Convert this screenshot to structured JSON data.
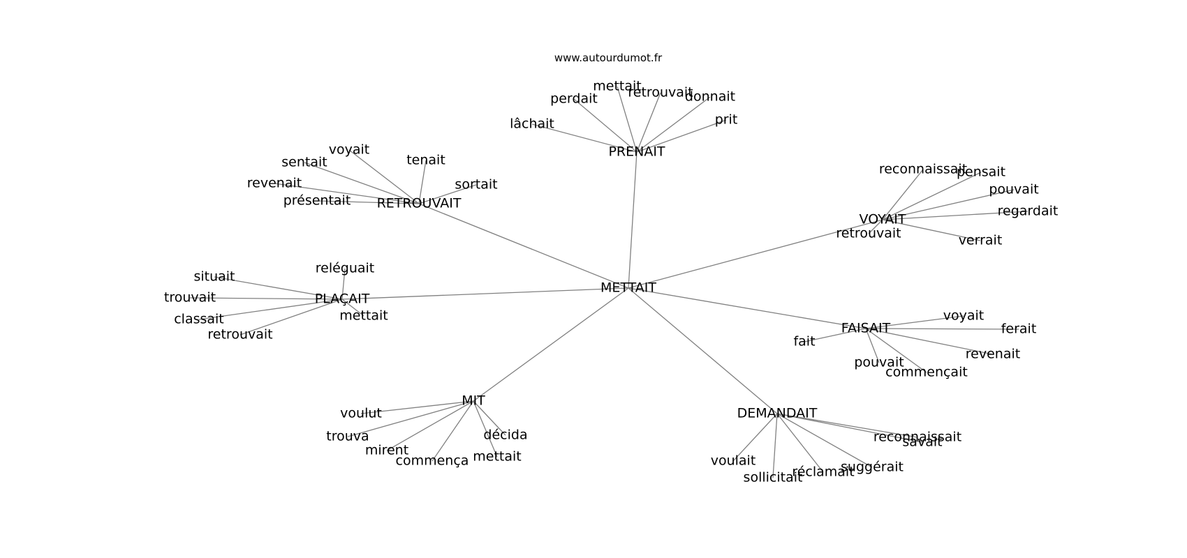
{
  "source_label": "www.autourdumot.fr",
  "colors": {
    "edge": "#808080",
    "text": "#000000",
    "background": "#ffffff"
  },
  "graph": {
    "center": "METTAIT",
    "clusters": [
      {
        "hub": "PRENAIT",
        "words": [
          "lâchait",
          "perdait",
          "mettait",
          "retrouvait",
          "donnait",
          "prit"
        ]
      },
      {
        "hub": "RETROUVAIT",
        "words": [
          "voyait",
          "sentait",
          "tenait",
          "revenait",
          "sortait",
          "présentait"
        ]
      },
      {
        "hub": "VOYAIT",
        "words": [
          "reconnaissait",
          "pensait",
          "pouvait",
          "regardait",
          "retrouvait",
          "verrait"
        ]
      },
      {
        "hub": "PLAÇAIT",
        "words": [
          "reléguait",
          "situait",
          "trouvait",
          "classait",
          "mettait",
          "retrouvait"
        ]
      },
      {
        "hub": "FAISAIT",
        "words": [
          "voyait",
          "ferait",
          "fait",
          "revenait",
          "pouvait",
          "commençait"
        ]
      },
      {
        "hub": "MIT",
        "words": [
          "voulut",
          "trouva",
          "décida",
          "mirent",
          "commença",
          "mettait"
        ]
      },
      {
        "hub": "DEMANDAIT",
        "words": [
          "reconnaissait",
          "savait",
          "voulait",
          "suggérait",
          "réclamait",
          "sollicitait"
        ]
      }
    ]
  }
}
